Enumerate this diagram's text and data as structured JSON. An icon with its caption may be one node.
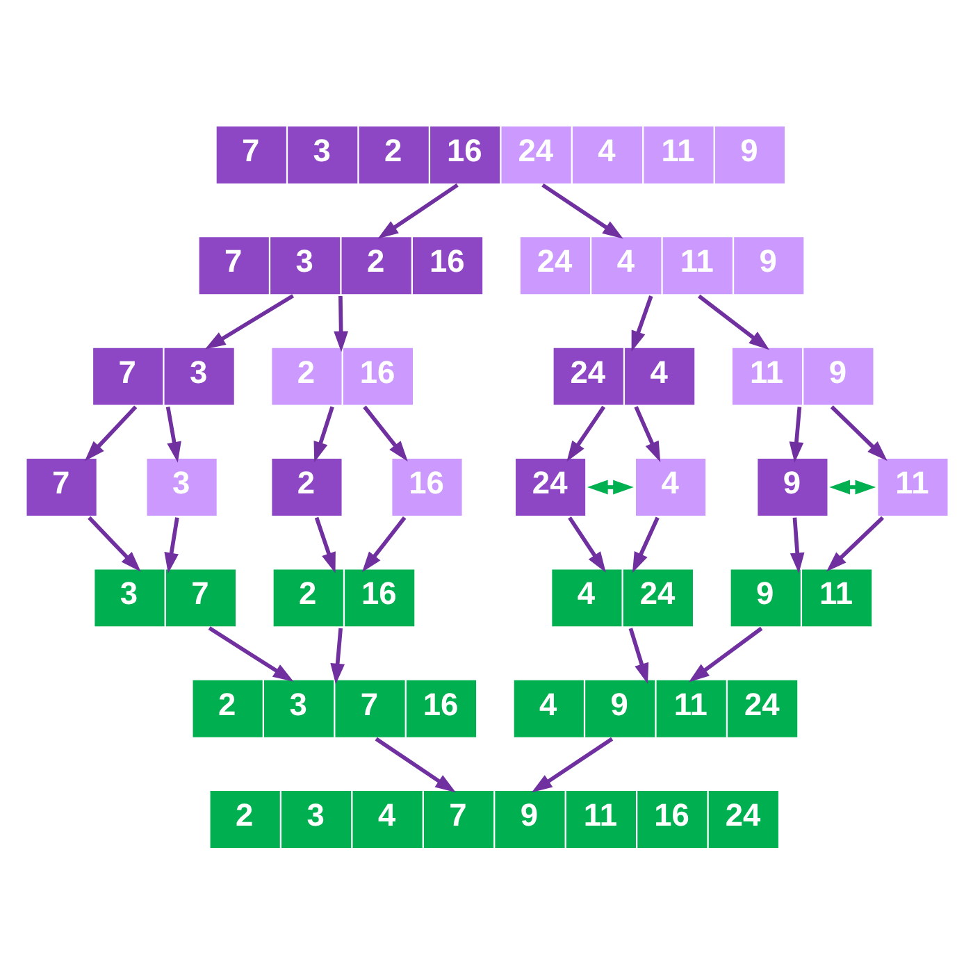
{
  "diagram": {
    "nodes": [
      {
        "text": [
          "7",
          "3",
          "2",
          "16",
          "24",
          "4",
          "11",
          "9"
        ]
      },
      {
        "text": [
          "7",
          "3",
          "2",
          "16"
        ]
      },
      {
        "text": [
          "24",
          "4",
          "11",
          "9"
        ]
      },
      {
        "text": [
          "7",
          "3"
        ]
      },
      {
        "text": [
          "2",
          "16"
        ]
      },
      {
        "text": [
          "24",
          "4"
        ]
      },
      {
        "text": [
          "11",
          "9"
        ]
      },
      {
        "text": [
          "7"
        ]
      },
      {
        "text": [
          "3"
        ]
      },
      {
        "text": [
          "2"
        ]
      },
      {
        "text": [
          "16"
        ]
      },
      {
        "text": [
          "24"
        ]
      },
      {
        "text": [
          "4"
        ]
      },
      {
        "text": [
          "9"
        ]
      },
      {
        "text": [
          "11"
        ]
      },
      {
        "text": [
          "3",
          "7"
        ]
      },
      {
        "text": [
          "2",
          "16"
        ]
      },
      {
        "text": [
          "4",
          "24"
        ]
      },
      {
        "text": [
          "9",
          "11"
        ]
      },
      {
        "text": [
          "2",
          "3",
          "7",
          "16"
        ]
      },
      {
        "text": [
          "4",
          "9",
          "11",
          "24"
        ]
      },
      {
        "text": [
          "2",
          "3",
          "4",
          "7",
          "9",
          "11",
          "16",
          "24"
        ]
      }
    ],
    "edges": [
      {
        "from": 0,
        "to": 1,
        "arrow": "to"
      },
      {
        "from": 0,
        "to": 2,
        "arrow": "to"
      },
      {
        "from": 1,
        "to": 3,
        "arrow": "to"
      },
      {
        "from": 1,
        "to": 4,
        "arrow": "to"
      },
      {
        "from": 2,
        "to": 5,
        "arrow": "to"
      },
      {
        "from": 2,
        "to": 6,
        "arrow": "to"
      },
      {
        "from": 3,
        "to": 7,
        "arrow": "to"
      },
      {
        "from": 3,
        "to": 8,
        "arrow": "to"
      },
      {
        "from": 4,
        "to": 9,
        "arrow": "to"
      },
      {
        "from": 4,
        "to": 10,
        "arrow": "to"
      },
      {
        "from": 5,
        "to": 11,
        "arrow": "to"
      },
      {
        "from": 5,
        "to": 12,
        "arrow": "to"
      },
      {
        "from": 6,
        "to": 13,
        "arrow": "to"
      },
      {
        "from": 6,
        "to": 14,
        "arrow": "to"
      },
      {
        "from": 11,
        "to": 12,
        "arrow": "both",
        "color": "#00b050"
      },
      {
        "from": 13,
        "to": 14,
        "arrow": "both",
        "color": "#00b050"
      },
      {
        "from": 7,
        "to": 15,
        "arrow": "to"
      },
      {
        "from": 8,
        "to": 15,
        "arrow": "to"
      },
      {
        "from": 9,
        "to": 16,
        "arrow": "to"
      },
      {
        "from": 10,
        "to": 16,
        "arrow": "to"
      },
      {
        "from": 11,
        "to": 17,
        "arrow": "to"
      },
      {
        "from": 12,
        "to": 17,
        "arrow": "to"
      },
      {
        "from": 13,
        "to": 18,
        "arrow": "to"
      },
      {
        "from": 14,
        "to": 18,
        "arrow": "to"
      },
      {
        "from": 15,
        "to": 19,
        "arrow": "to"
      },
      {
        "from": 16,
        "to": 19,
        "arrow": "to"
      },
      {
        "from": 17,
        "to": 20,
        "arrow": "to"
      },
      {
        "from": 18,
        "to": 20,
        "arrow": "to"
      },
      {
        "from": 19,
        "to": 21,
        "arrow": "to"
      },
      {
        "from": 20,
        "to": 21,
        "arrow": "to"
      }
    ]
  }
}
